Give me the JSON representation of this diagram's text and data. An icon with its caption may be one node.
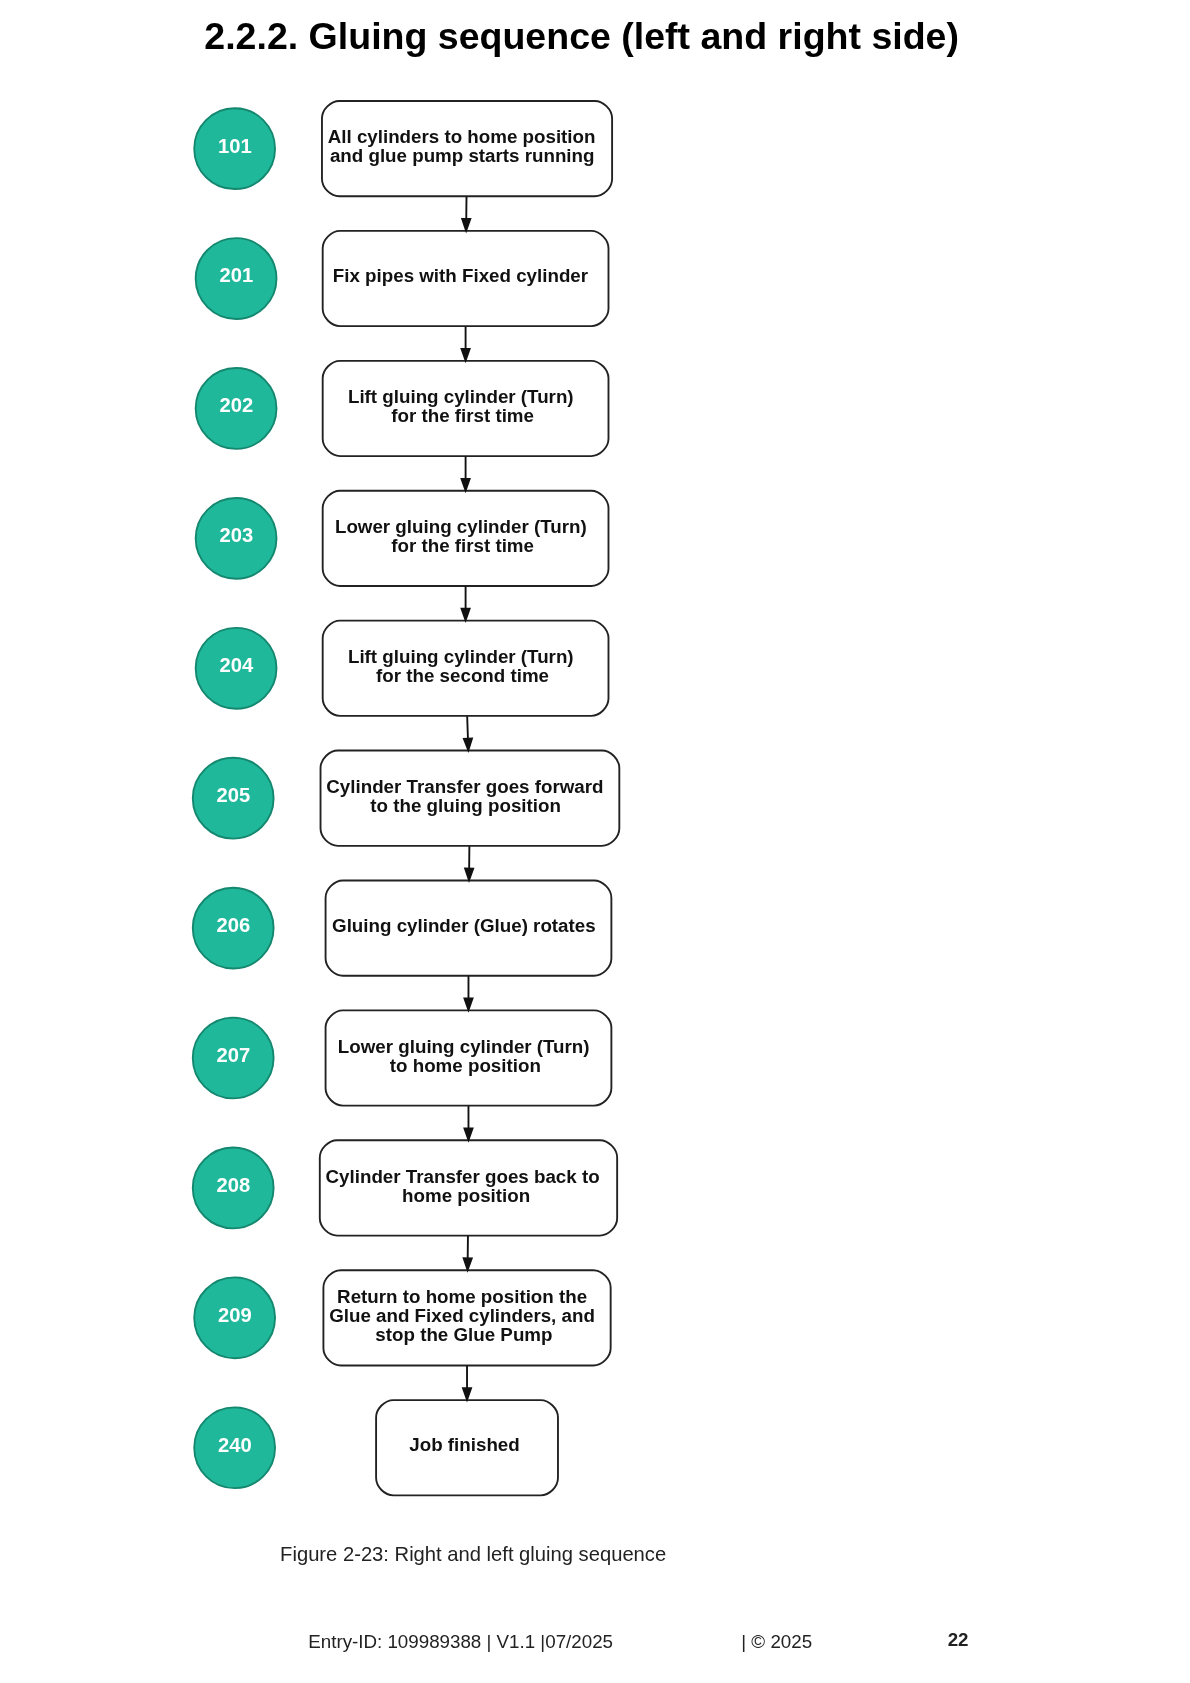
{
  "diagram": {
    "title": "2.2.2. Gluing sequence (left and right side)",
    "caption": "Figure 2-23: Right and left gluing sequence",
    "nodes": [
      {
        "text": [
          "101"
        ]
      },
      {
        "text": [
          "All cylinders to home position and glue pump starts running"
        ]
      },
      {
        "text": [
          "201"
        ]
      },
      {
        "text": [
          "Fix pipes with Fixed cylinder"
        ]
      },
      {
        "text": [
          "202"
        ]
      },
      {
        "text": [
          "Lift gluing cylinder (Turn) for the first time"
        ]
      },
      {
        "text": [
          "203"
        ]
      },
      {
        "text": [
          "Lower gluing cylinder (Turn) for the first time"
        ]
      },
      {
        "text": [
          "204"
        ]
      },
      {
        "text": [
          "Lift gluing cylinder (Turn) for the second time"
        ]
      },
      {
        "text": [
          "205"
        ]
      },
      {
        "text": [
          "Cylinder Transfer goes forward to the gluing position"
        ]
      },
      {
        "text": [
          "206"
        ]
      },
      {
        "text": [
          "Gluing cylinder (Glue) rotates"
        ]
      },
      {
        "text": [
          "207"
        ]
      },
      {
        "text": [
          "Lower gluing cylinder (Turn) to home position"
        ]
      },
      {
        "text": [
          "208"
        ]
      },
      {
        "text": [
          "Cylinder Transfer goes back to home position"
        ]
      },
      {
        "text": [
          "209"
        ]
      },
      {
        "text": [
          "Return to home position the Glue and Fixed cylinders, and stop the Glue Pump"
        ]
      },
      {
        "text": [
          "240"
        ]
      },
      {
        "text": [
          "Job finished"
        ]
      }
    ],
    "edges": [
      {
        "from": 1,
        "to": 3,
        "arrow": "to"
      },
      {
        "from": 3,
        "to": 5,
        "arrow": "to"
      },
      {
        "from": 5,
        "to": 7,
        "arrow": "to"
      },
      {
        "from": 7,
        "to": 9,
        "arrow": "to"
      },
      {
        "from": 9,
        "to": 11,
        "arrow": "to"
      },
      {
        "from": 11,
        "to": 13,
        "arrow": "to"
      },
      {
        "from": 13,
        "to": 15,
        "arrow": "to"
      },
      {
        "from": 15,
        "to": 17,
        "arrow": "to"
      },
      {
        "from": 17,
        "to": 19,
        "arrow": "to"
      },
      {
        "from": 19,
        "to": 21,
        "arrow": "to"
      }
    ],
    "labels": [
      "Entry-ID: 109989388 | V1.1 |07/2025",
      "| © 2025",
      "22"
    ]
  }
}
